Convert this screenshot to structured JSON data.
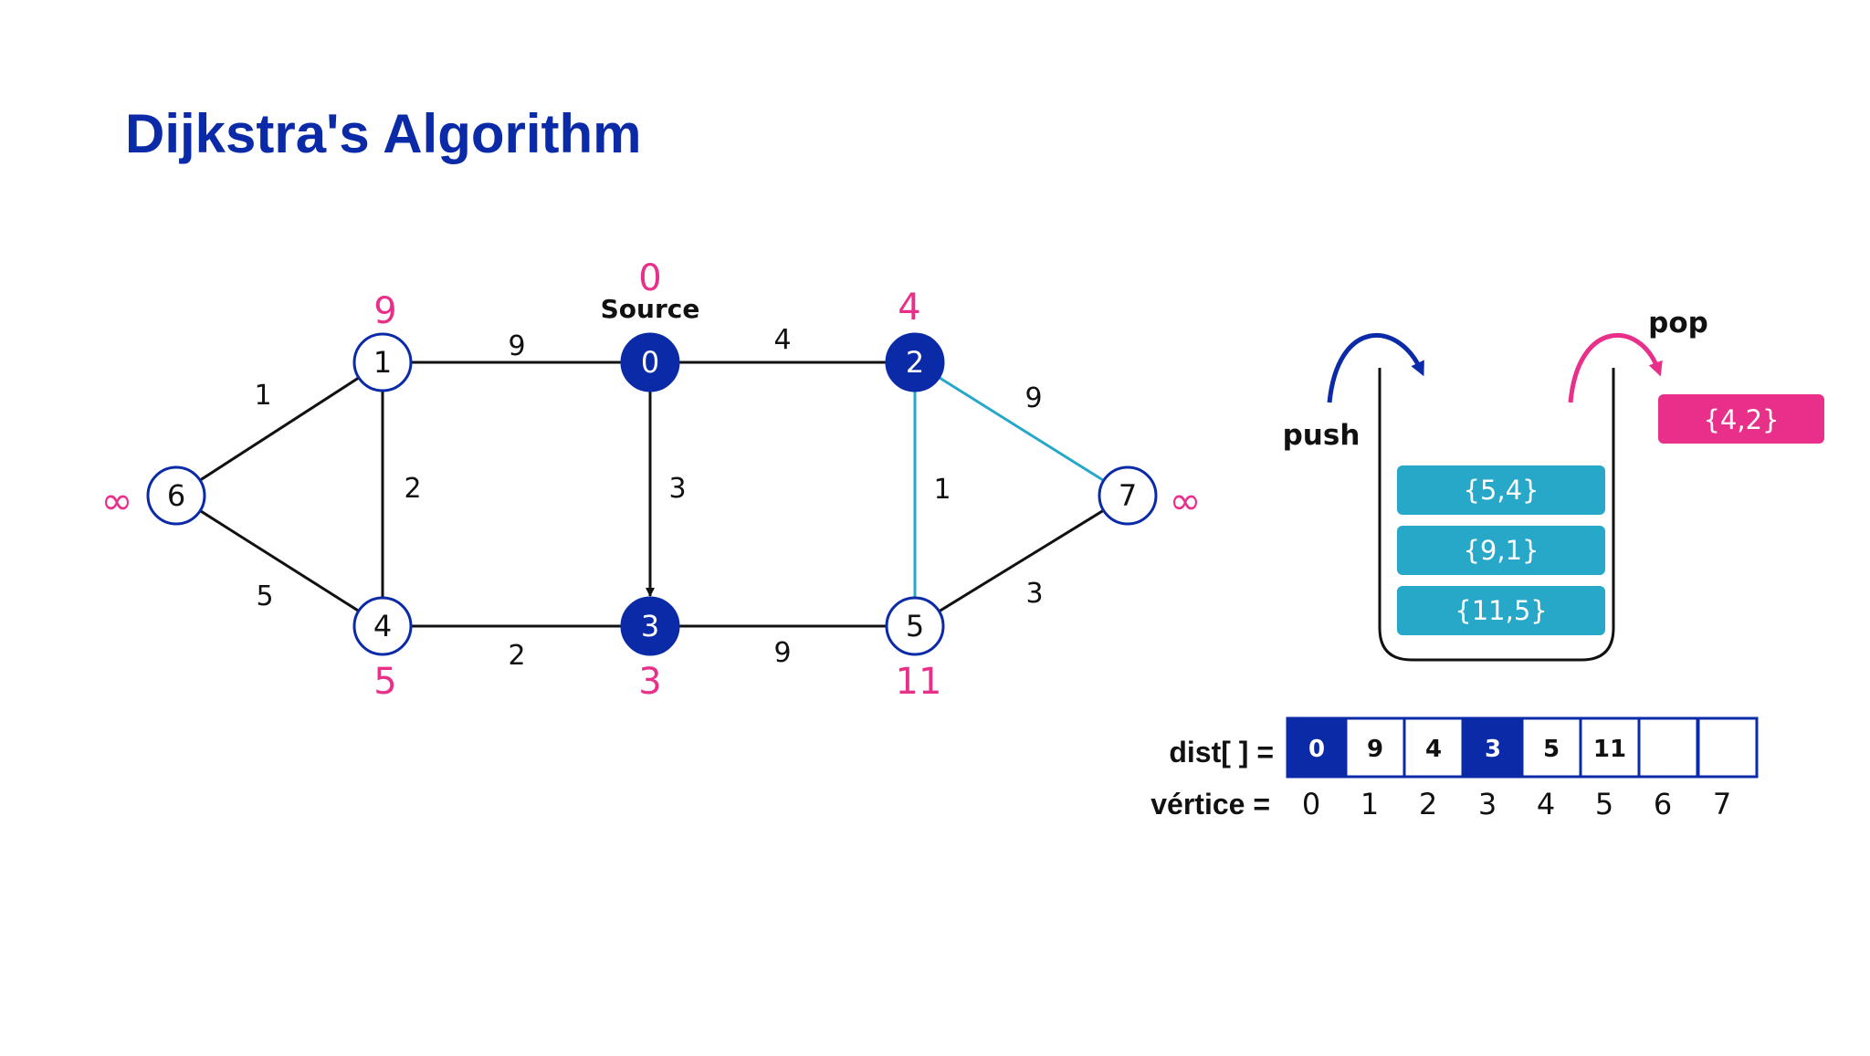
{
  "title": "Dijkstra's Algorithm",
  "colors": {
    "navy": "#0a2aa8",
    "pink": "#e8308a",
    "teal": "#27a8c8",
    "black": "#111111"
  },
  "graph": {
    "source_label": "Source",
    "nodes": [
      {
        "id": "0",
        "label": "0",
        "dist": "0",
        "filled": true
      },
      {
        "id": "1",
        "label": "1",
        "dist": "9",
        "filled": false
      },
      {
        "id": "2",
        "label": "2",
        "dist": "4",
        "filled": true
      },
      {
        "id": "3",
        "label": "3",
        "dist": "3",
        "filled": true
      },
      {
        "id": "4",
        "label": "4",
        "dist": "5",
        "filled": false
      },
      {
        "id": "5",
        "label": "5",
        "dist": "11",
        "filled": false
      },
      {
        "id": "6",
        "label": "6",
        "dist": "∞",
        "filled": false
      },
      {
        "id": "7",
        "label": "7",
        "dist": "∞",
        "filled": false
      }
    ],
    "edges": [
      {
        "from": "6",
        "to": "1",
        "weight": "1",
        "color": "black",
        "arrow": false
      },
      {
        "from": "6",
        "to": "4",
        "weight": "5",
        "color": "black",
        "arrow": false
      },
      {
        "from": "1",
        "to": "0",
        "weight": "9",
        "color": "black",
        "arrow": false
      },
      {
        "from": "1",
        "to": "4",
        "weight": "2",
        "color": "black",
        "arrow": false
      },
      {
        "from": "0",
        "to": "2",
        "weight": "4",
        "color": "black",
        "arrow": false
      },
      {
        "from": "0",
        "to": "3",
        "weight": "3",
        "color": "black",
        "arrow": true
      },
      {
        "from": "4",
        "to": "3",
        "weight": "2",
        "color": "black",
        "arrow": false
      },
      {
        "from": "3",
        "to": "5",
        "weight": "9",
        "color": "black",
        "arrow": false
      },
      {
        "from": "2",
        "to": "5",
        "weight": "1",
        "color": "teal",
        "arrow": false
      },
      {
        "from": "2",
        "to": "7",
        "weight": "9",
        "color": "teal",
        "arrow": false
      },
      {
        "from": "5",
        "to": "7",
        "weight": "3",
        "color": "black",
        "arrow": false
      }
    ]
  },
  "queue": {
    "push_label": "push",
    "pop_label": "pop",
    "popped_item": "{4,2}",
    "items": [
      "{5,4}",
      "{9,1}",
      "{11,5}"
    ]
  },
  "dist_array": {
    "label": "dist[ ] =",
    "index_label": "vértice =",
    "values": [
      "0",
      "9",
      "4",
      "3",
      "5",
      "11",
      "",
      ""
    ],
    "highlighted": [
      true,
      false,
      false,
      true,
      false,
      false,
      false,
      false
    ],
    "indices": [
      "0",
      "1",
      "2",
      "3",
      "4",
      "5",
      "6",
      "7"
    ]
  }
}
